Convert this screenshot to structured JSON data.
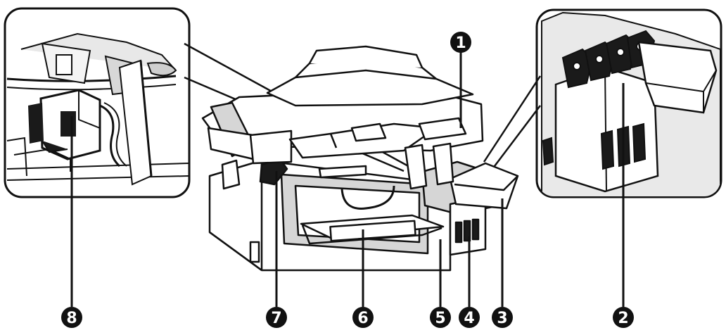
{
  "callouts": [
    {
      "id": "1",
      "label": "1"
    },
    {
      "id": "2",
      "label": "2"
    },
    {
      "id": "3",
      "label": "3"
    },
    {
      "id": "4",
      "label": "4"
    },
    {
      "id": "5",
      "label": "5"
    },
    {
      "id": "6",
      "label": "6"
    },
    {
      "id": "7",
      "label": "7"
    },
    {
      "id": "8",
      "label": "8"
    }
  ],
  "colors": {
    "ink": "#111111",
    "body_fill": "#ffffff",
    "shade": "#cfcfcf",
    "dark": "#1a1a1a"
  },
  "figure": {
    "subject": "printer-with-scanner-open",
    "insets": [
      "print-head-detail-left",
      "ink-tank-caps-detail-right"
    ]
  }
}
